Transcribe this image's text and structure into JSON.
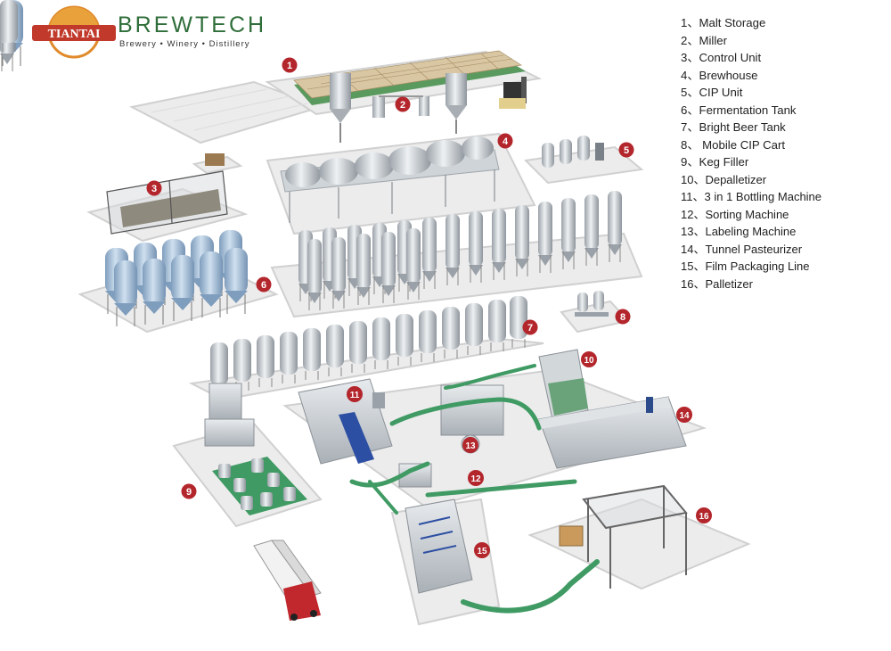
{
  "logo": {
    "badge_text": "TIANTAI",
    "brand_part1": "BREW",
    "brand_part2": "TECH",
    "tagline": "Brewery • Winery • Distillery"
  },
  "legend": [
    "1、Malt Storage",
    "2、Miller",
    "3、Control Unit",
    "4、Brewhouse",
    "5、CIP Unit",
    "6、Fermentation Tank",
    "7、Bright Beer Tank",
    "8、 Mobile CIP Cart",
    "9、Keg Filler",
    "10、Depalletizer",
    "11、3 in 1 Bottling Machine",
    "12、Sorting Machine",
    "13、Labeling Machine",
    "14、Tunnel Pasteurizer",
    "15、Film Packaging Line",
    "16、Palletizer"
  ],
  "markers": [
    "1",
    "2",
    "3",
    "4",
    "5",
    "6",
    "7",
    "8",
    "9",
    "10",
    "11",
    "12",
    "13",
    "14",
    "15",
    "16"
  ],
  "colors": {
    "marker_red": "#b3262c",
    "brand_green": "#2f6e3a",
    "badge_red": "#c0392b",
    "steel": "#c9ced3",
    "floor_gray": "#e6e6e6",
    "conveyor_green": "#3f9a63",
    "tank_blue": "#9fb9d3",
    "truck_red": "#c0282d"
  }
}
